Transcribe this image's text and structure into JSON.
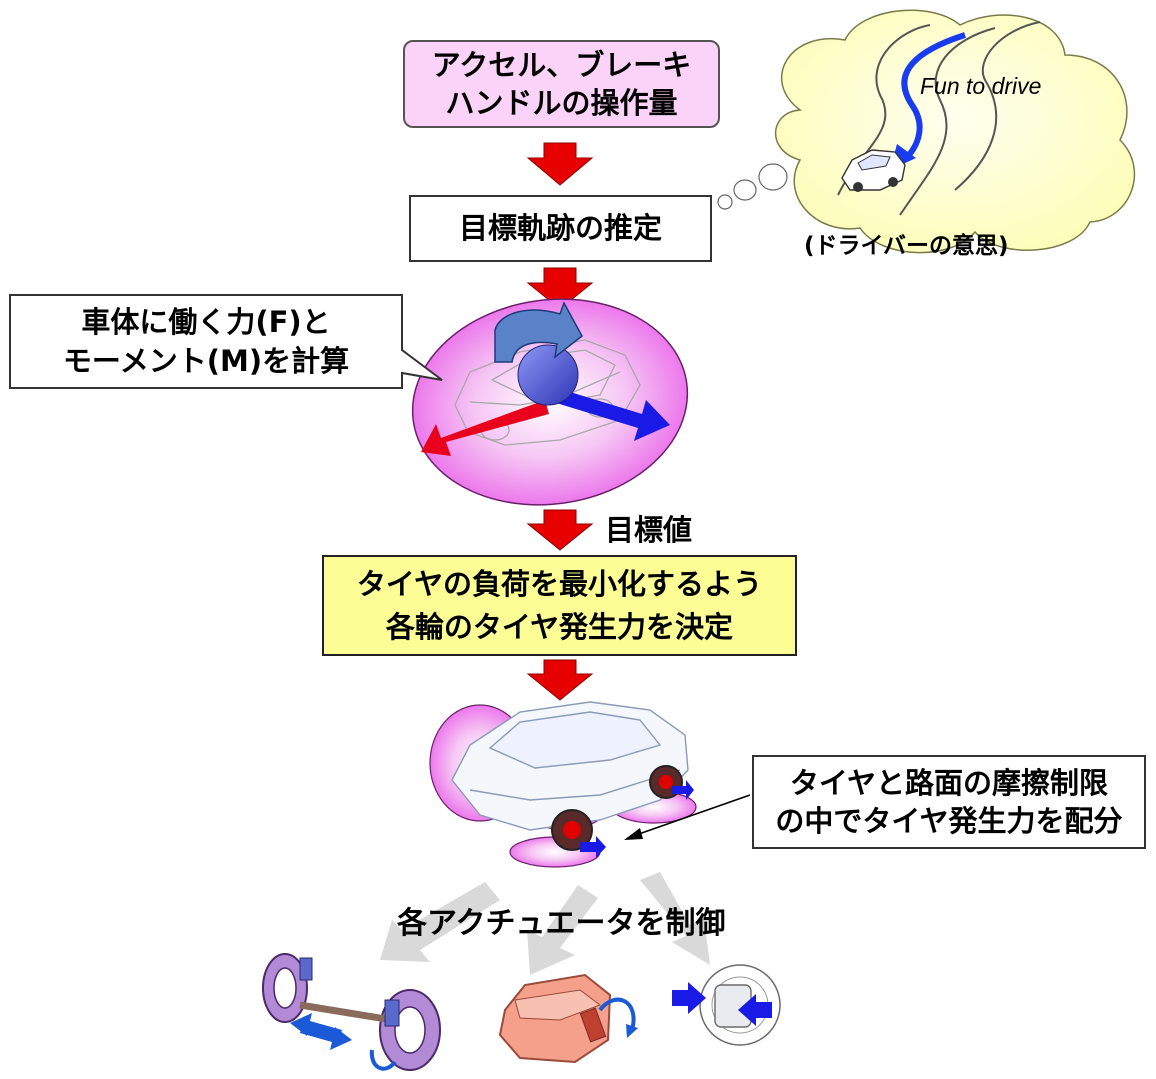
{
  "driver_input": {
    "line1": "アクセル、ブレーキ",
    "line2": "ハンドルの操作量"
  },
  "trajectory": {
    "label": "目標軌跡の推定"
  },
  "thought": {
    "caption": "Fun to drive",
    "driver_intent": "(ドライバーの意思)"
  },
  "calc_callout": {
    "line1": "車体に働く力(F)と",
    "line2": "モーメント(M)を計算"
  },
  "target_value": {
    "label": "目標値"
  },
  "decision": {
    "line1": "タイヤの負荷を最小化するよう",
    "line2": "各輪のタイヤ発生力を決定"
  },
  "distribution_callout": {
    "line1": "タイヤと路面の摩擦制限",
    "line2": "の中でタイヤ発生力を配分"
  },
  "actuators": {
    "label": "各アクチュエータを制御"
  },
  "colors": {
    "input_fill": "#fbd3f8",
    "decision_fill": "#fdfd95",
    "flow_arrow": "#e60000",
    "force_red": "#e8001c",
    "force_blue": "#1a1ae6",
    "ellipse": "#f08cf0"
  }
}
